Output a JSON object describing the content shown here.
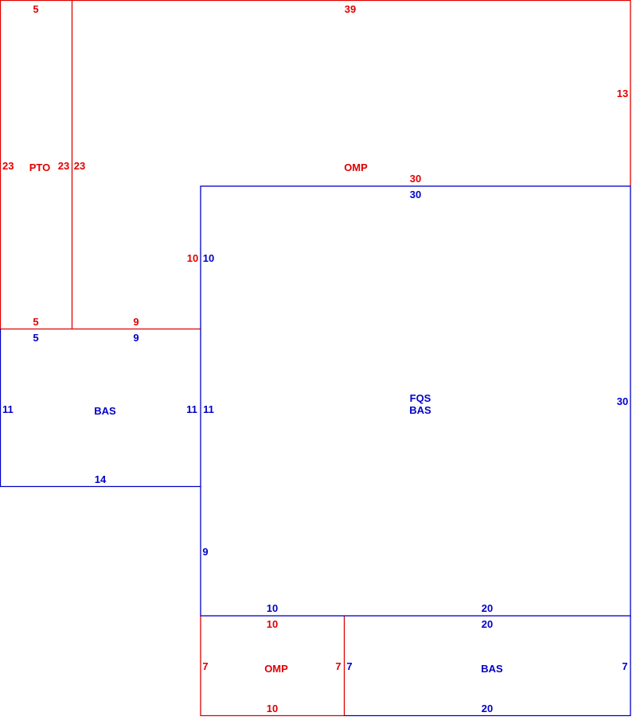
{
  "colors": {
    "red": "#e00000",
    "blue": "#0000c8",
    "background": "#ffffff"
  },
  "areas": {
    "pto": {
      "code": "PTO",
      "top": "5",
      "left": "23",
      "right": "23",
      "bottom": "5"
    },
    "omp_upper": {
      "code": "OMP",
      "top": "39",
      "right": "13",
      "left": "23",
      "bottom_left": "9",
      "step_left": "10",
      "bottom_right": "30"
    },
    "bas_left": {
      "code": "BAS",
      "top_left": "5",
      "top_right": "9",
      "left": "11",
      "right": "11",
      "bottom": "14"
    },
    "fqs_bas": {
      "code_1": "FQS",
      "code_2": "BAS",
      "top": "30",
      "left_upper": "10",
      "left_middle": "11",
      "left_lower": "9",
      "right": "30",
      "bottom_left": "10",
      "bottom_right": "20"
    },
    "omp_lower": {
      "code": "OMP",
      "top": "10",
      "left": "7",
      "right": "7",
      "bottom": "10"
    },
    "bas_lower": {
      "code": "BAS",
      "top": "20",
      "left": "7",
      "right": "7",
      "bottom": "20"
    }
  }
}
